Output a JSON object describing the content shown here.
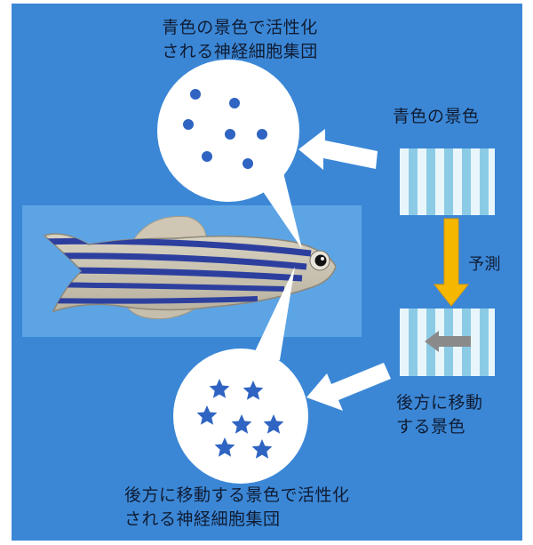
{
  "labels": {
    "top_line1": "青色の景色で活性化",
    "top_line2": "される神経細胞集団",
    "blue_scene": "青色の景色",
    "prediction": "予測",
    "backward_line1": "後方に移動",
    "backward_line2": "する景色",
    "bottom_line1": "後方に移動する景色で活性化",
    "bottom_line2": "される神経細胞集団"
  },
  "colors": {
    "background": "#3b87d6",
    "fish_panel": "#5da4e4",
    "bubble": "#ffffff",
    "dot": "#2f64c2",
    "star": "#2f64c2",
    "stripe_light": "#e8f6fb",
    "stripe_blue": "#8ccbe6",
    "prediction_arrow": "#f6b700",
    "motion_arrow": "#8a8a8a"
  },
  "icons": {
    "top_bubble_marks": "circle-dots",
    "bottom_bubble_marks": "stars"
  }
}
